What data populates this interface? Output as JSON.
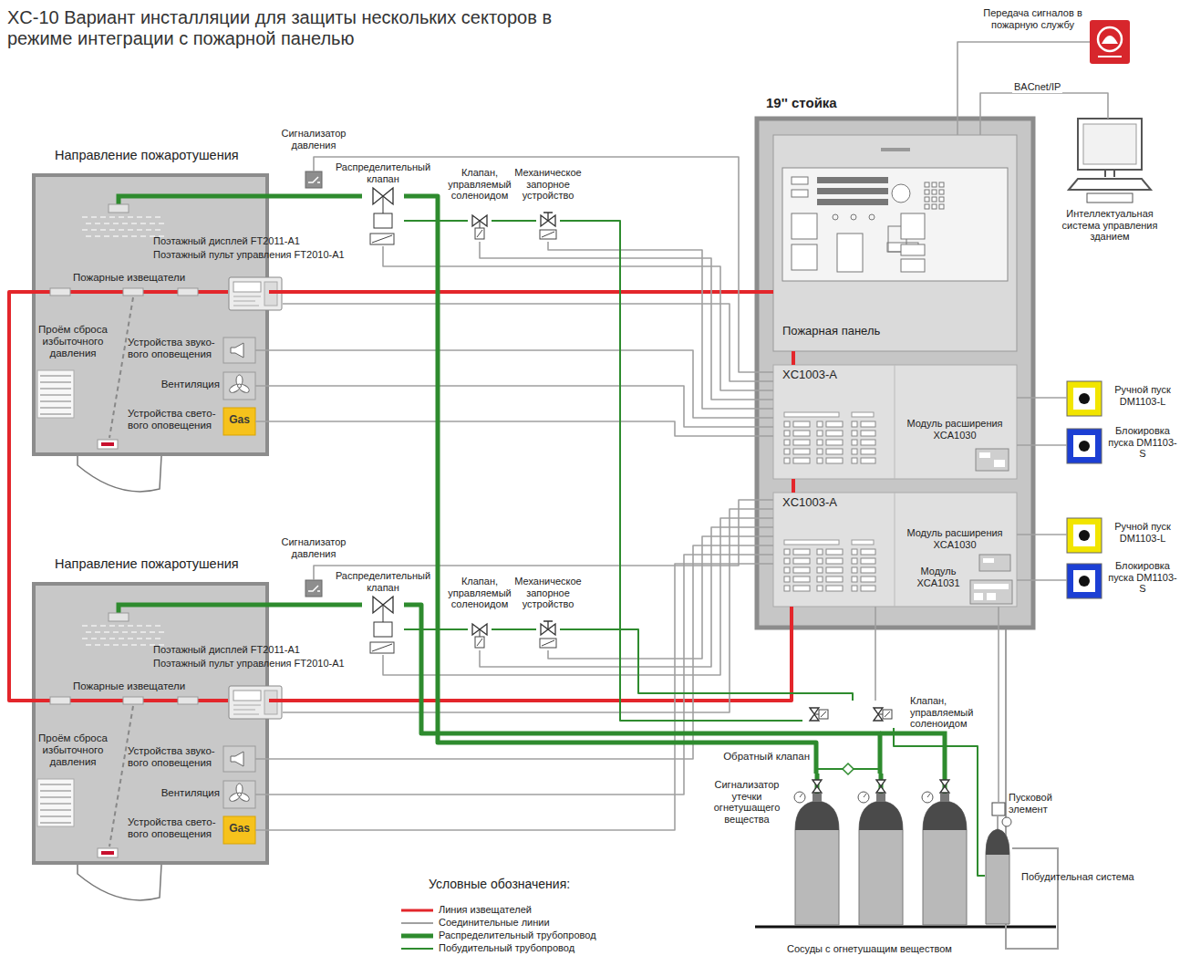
{
  "diagram": {
    "title": "XC-10 Вариант инсталляции для защиты нескольких секторов в режиме интеграции с пожарной панелью",
    "nodes": [
      {
        "text": [
          "Направление пожаротушения"
        ]
      },
      {
        "text": [
          "Поэтажный дисплей FT2011-A1",
          "Поэтажный пульт управления FT2010-A1"
        ],
        "in": 0
      },
      {
        "text": [
          "Устройства звуко- вого оповещения"
        ],
        "in": 0
      },
      {
        "text": [
          "Вентиляция"
        ],
        "in": 0
      },
      {
        "text": [
          "Gas",
          "Устройства свето- вого оповещения"
        ],
        "in": 0
      },
      {
        "text": [
          "Сигнализатор давления"
        ]
      },
      {
        "text": [
          "Распределительный клапан"
        ]
      },
      {
        "text": [
          "Клапан, управляемый соленоидом"
        ]
      },
      {
        "text": [
          "Механическое запорное устройство"
        ]
      },
      {
        "text": [
          "Передача сигналов в пожарную службу"
        ]
      },
      {
        "text": [
          "19'' стойка"
        ]
      },
      {
        "text": [
          "Пожарная панель"
        ],
        "in": 10
      },
      {
        "text": [
          "Интеллектуальная система управления зданием"
        ]
      },
      {
        "text": [
          "XC1003-A",
          "Модуль расширения XCA1030"
        ],
        "in": 10
      },
      {
        "text": [
          "Ручной пуск DM1103-L"
        ]
      },
      {
        "text": [
          "Блокировка пуска DM1103-S"
        ]
      },
      {
        "text": [
          "XC1003-A",
          "Модуль расширения XCA1030",
          "Модуль XCA1031"
        ],
        "in": 10
      },
      {
        "text": [
          "Ручной пуск DM1103-L"
        ]
      },
      {
        "text": [
          "Блокировка пуска DM1103-S"
        ]
      },
      {
        "text": [
          "Направление пожаротушения"
        ]
      },
      {
        "text": [
          "Поэтажный дисплей FT2011-A1",
          "Поэтажный пульт управления FT2010-A1"
        ],
        "in": 19
      },
      {
        "text": [
          "Устройства звуко- вого оповещения"
        ],
        "in": 19
      },
      {
        "text": [
          "Вентиляция"
        ],
        "in": 19
      },
      {
        "text": [
          "Gas",
          "Устройства свето- вого оповещения"
        ],
        "in": 19
      },
      {
        "text": [
          "Сигнализатор давления"
        ]
      },
      {
        "text": [
          "Распределительный клапан"
        ]
      },
      {
        "text": [
          "Клапан, управляемый соленоидом"
        ]
      },
      {
        "text": [
          "Механическое запорное устройство"
        ]
      },
      {
        "text": [
          "Клапан, управляемый соленоидом"
        ]
      },
      {
        "text": [
          "Пусковой элемент"
        ]
      },
      {
        "text": [
          "Сигнализатор утечки огнетушащего вещества",
          "Сосуды с огнетушащим веществом"
        ]
      },
      {
        "text": [
          "Побудительная система"
        ]
      }
    ],
    "edges": [
      {
        "from": 0,
        "to": 11,
        "arrow": "none"
      },
      {
        "from": 0,
        "to": 19,
        "arrow": "none"
      },
      {
        "from": 19,
        "to": 16,
        "arrow": "none"
      },
      {
        "from": 11,
        "to": 13,
        "arrow": "none"
      },
      {
        "from": 13,
        "to": 16,
        "arrow": "none"
      },
      {
        "from": 11,
        "to": 9,
        "arrow": "none"
      },
      {
        "from": 11,
        "to": 12,
        "label": "BACnet/IP",
        "arrow": "none"
      },
      {
        "from": 13,
        "to": 14,
        "arrow": "none"
      },
      {
        "from": 13,
        "to": 15,
        "arrow": "none"
      },
      {
        "from": 16,
        "to": 17,
        "arrow": "none"
      },
      {
        "from": 16,
        "to": 18,
        "arrow": "none"
      },
      {
        "from": 13,
        "to": 5,
        "arrow": "none"
      },
      {
        "from": 13,
        "to": 1,
        "arrow": "none"
      },
      {
        "from": 13,
        "to": 6,
        "arrow": "none"
      },
      {
        "from": 13,
        "to": 7,
        "arrow": "none"
      },
      {
        "from": 13,
        "to": 8,
        "arrow": "none"
      },
      {
        "from": 13,
        "to": 2,
        "arrow": "none"
      },
      {
        "from": 13,
        "to": 3,
        "arrow": "none"
      },
      {
        "from": 13,
        "to": 4,
        "arrow": "none"
      },
      {
        "from": 16,
        "to": 24,
        "arrow": "none"
      },
      {
        "from": 16,
        "to": 20,
        "arrow": "none"
      },
      {
        "from": 16,
        "to": 25,
        "arrow": "none"
      },
      {
        "from": 16,
        "to": 26,
        "arrow": "none"
      },
      {
        "from": 16,
        "to": 27,
        "arrow": "none"
      },
      {
        "from": 16,
        "to": 21,
        "arrow": "none"
      },
      {
        "from": 16,
        "to": 22,
        "arrow": "none"
      },
      {
        "from": 16,
        "to": 23,
        "arrow": "none"
      },
      {
        "from": 16,
        "to": 28,
        "arrow": "none"
      },
      {
        "from": 16,
        "to": 29,
        "arrow": "none"
      },
      {
        "from": 0,
        "to": 6,
        "arrow": "none"
      },
      {
        "from": 6,
        "to": 30,
        "arrow": "none"
      },
      {
        "from": 6,
        "to": 7,
        "arrow": "none"
      },
      {
        "from": 7,
        "to": 8,
        "arrow": "none"
      },
      {
        "from": 8,
        "to": 28,
        "arrow": "none"
      },
      {
        "from": 19,
        "to": 25,
        "arrow": "none"
      },
      {
        "from": 25,
        "to": 30,
        "arrow": "none"
      },
      {
        "from": 25,
        "to": 26,
        "arrow": "none"
      },
      {
        "from": 26,
        "to": 27,
        "arrow": "none"
      },
      {
        "from": 27,
        "to": 28,
        "arrow": "none"
      },
      {
        "from": 31,
        "to": 28,
        "arrow": "none"
      }
    ],
    "labels": [
      "Пожарные извещатели",
      "Проём сброса избыточного давления",
      "Пожарные извещатели",
      "Проём сброса избыточного давления",
      "Обратный клапан",
      "Условные обозначения:"
    ],
    "legend": [
      {
        "text": "Линия извещателей"
      },
      {
        "text": "Соединительные линии"
      },
      {
        "text": "Распределительный трубопровод"
      },
      {
        "text": "Побудительный трубопровод"
      }
    ]
  }
}
